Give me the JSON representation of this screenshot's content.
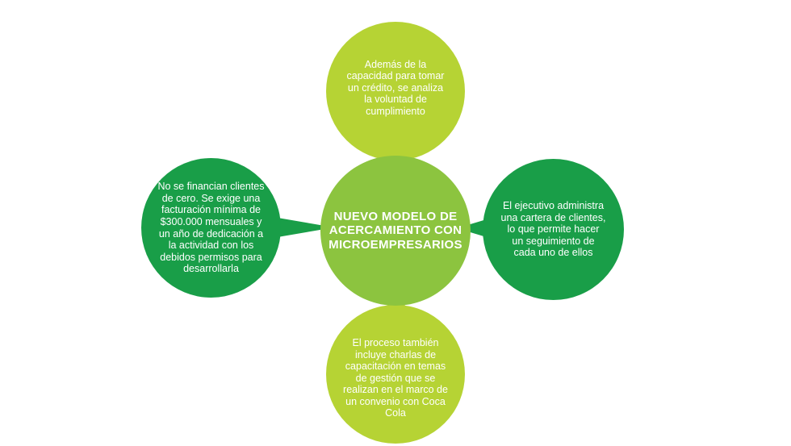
{
  "diagram": {
    "center": "NUEVO MODELO DE ACERCAMIENTO CON MICROEMPRESARIOS",
    "top": "Además de la capacidad para tomar un crédito, se analiza la voluntad de cumplimiento",
    "left": "No se financian clientes de cero. Se exige una facturación mínima de $300.000 mensuales y un año de dedicación a la actividad con los debidos permisos para desarrollarla",
    "right": "El ejecutivo administra una cartera de clientes, lo que permite hacer un seguimiento de cada uno de ellos",
    "bottom": "El proceso también incluye charlas de capacitación en temas de gestión que se realizan en el marco de un convenio con Coca Cola"
  },
  "colors": {
    "light_green": "#b6d334",
    "mid_green": "#8cc43f",
    "dark_green": "#199e48"
  }
}
